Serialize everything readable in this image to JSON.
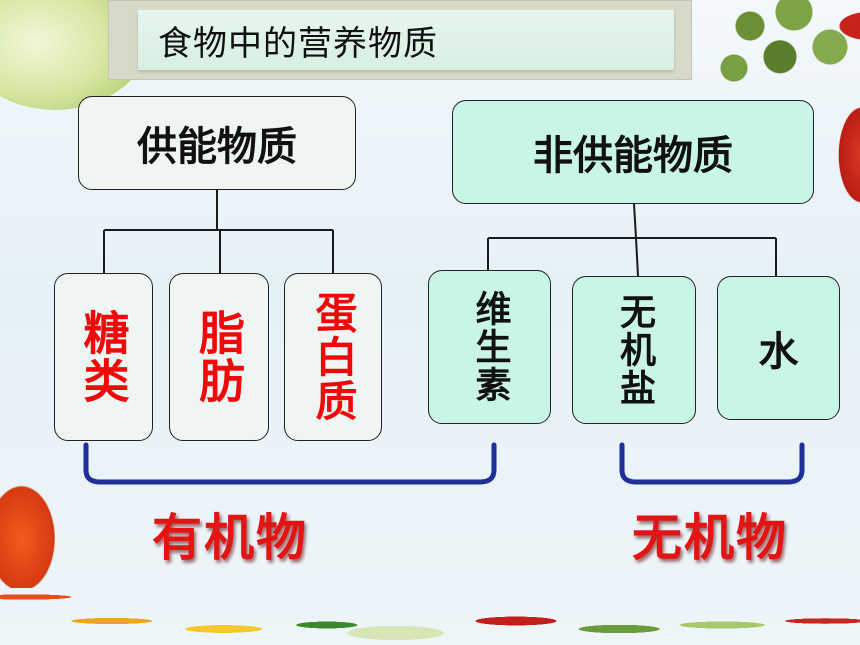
{
  "title": "食物中的营养物质",
  "energy": {
    "label": "供能物质",
    "items": [
      "糖类",
      "脂肪",
      "蛋白质"
    ]
  },
  "nonenergy": {
    "label": "非供能物质",
    "items": [
      "维生素",
      "无机盐",
      "水"
    ]
  },
  "groups": {
    "organic": "有机物",
    "inorganic": "无机物"
  },
  "colors": {
    "energy_item_text": "#ee0a0a",
    "group_label": "#e31414",
    "nonenergy_box": "#c9f5e9"
  }
}
